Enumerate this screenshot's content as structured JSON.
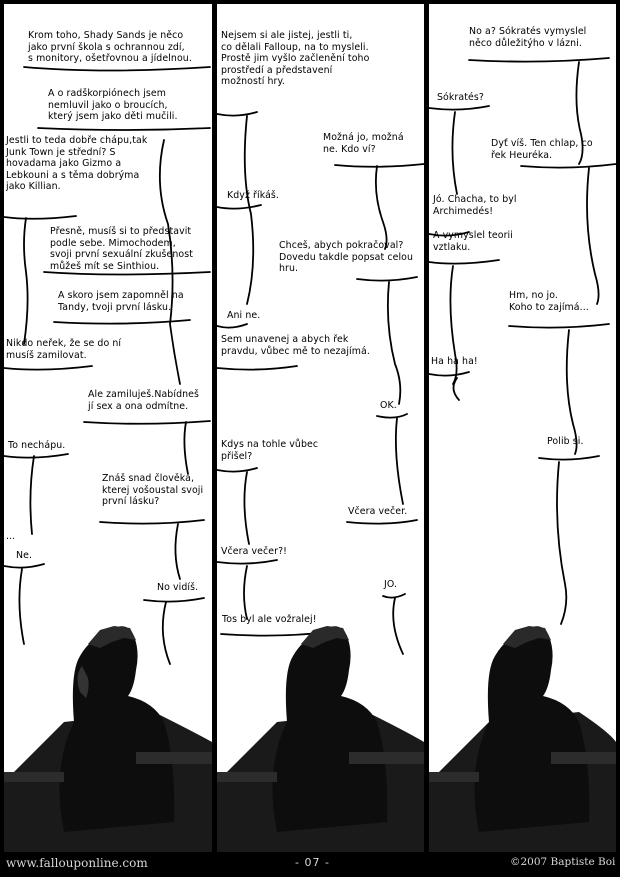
{
  "panels": [
    {
      "bubbles": [
        "Krom toho, Shady Sands je něco\njako první škola s   ochrannou zdí,\ns monitory, ošetřovnou a jídelnou.",
        "A o radškorpiónech jsem\nnemluvil jako o broucích,\nkterý jsem jako děti mučili.",
        "Jestli to teda dobře chápu,tak\nJunk Town je střední? S\nhovadama jako Gizmo a\nLebkouni a s těma dobrýma\njako Killian.",
        "Přesně, musíš si to představit\npodle sebe. Mimochodem,\nsvoji první sexuální zkušenost\nmůžeš mít se Sinthiou.",
        "A skoro jsem zapomněl na\nTandy, tvoji první lásku.",
        "Nikdo neřek, že se do ní\nmusíš zamilovat.",
        "Ale zamiluješ.Nabídneš\njí sex a ona odmítne.",
        "To nechápu.",
        "Znáš snad člověka,\nkterej vošoustal svoji\nprvní lásku?",
        "...",
        "Ne.",
        "No vidíš."
      ]
    },
    {
      "bubbles": [
        "Nejsem si ale jistej, jestli ti,\nco dělali Falloup, na to mysleli.\nProstě jim vyšlo začlenění toho\nprostředí a představení\nmožností hry.",
        "Možná jo, možná\nne. Kdo ví?",
        "Když říkáš.",
        "Chceš, abych pokračoval?\nDovedu takdle popsat celou\nhru.",
        "Ani ne.",
        "Sem unavenej a abych řek\npravdu, vůbec mě to nezajímá.",
        "OK.",
        "Kdys na tohle vůbec\npřišel?",
        "Včera večer.",
        "Včera večer?!",
        "JO.",
        "Tos byl ale vožralej!"
      ]
    },
    {
      "bubbles": [
        "No a? Sókratés vymyslel\nněco důležitýho v lázni.",
        "Sókratés?",
        "Dyť víš. Ten chlap, co\nřek Heuréka.",
        "Jó. Chacha, to byl\nArchimedés!",
        "A vymyslel teorii\nvztlaku.",
        "Hm, no jo.\nKoho to zajímá...",
        "Ha ha ha!",
        "Polib si."
      ]
    }
  ],
  "footer": {
    "url": "www.falloup​online.com",
    "page": "- 07 -",
    "copyright": "©2007 Baptiste Boi"
  }
}
